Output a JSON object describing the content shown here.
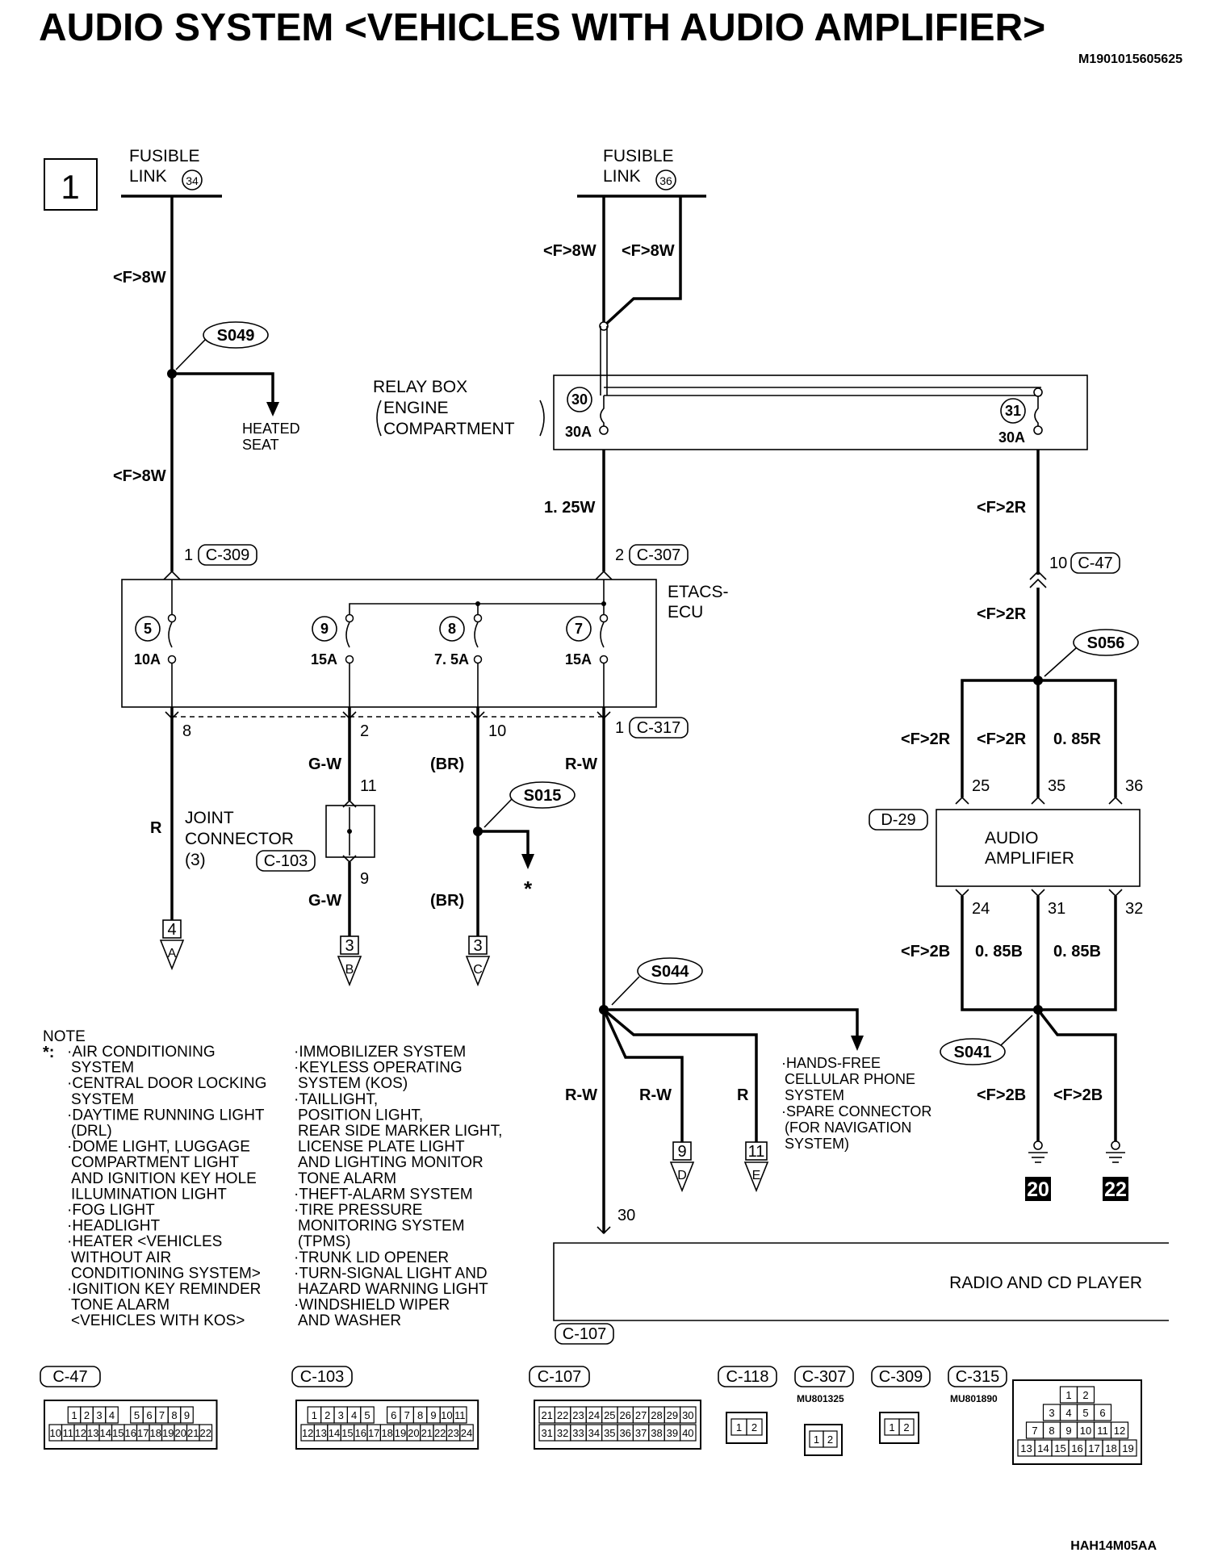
{
  "title": "AUDIO SYSTEM <VEHICLES WITH AUDIO AMPLIFIER>",
  "doc_code": "M1901015605625",
  "figure_code": "HAH14M05AA",
  "page_index": "1",
  "fusible_links": [
    {
      "label_1": "FUSIBLE",
      "label_2": "LINK",
      "number": "34",
      "wire": "<F>8W"
    },
    {
      "label_1": "FUSIBLE",
      "label_2": "LINK",
      "number": "36",
      "wire_a": "<F>8W",
      "wire_b": "<F>8W"
    }
  ],
  "splices": [
    "S049",
    "S056",
    "S015",
    "S044",
    "S041"
  ],
  "heated_seat": [
    "HEATED",
    "SEAT"
  ],
  "left_wire_2": "<F>8W",
  "relay_box": {
    "label": "RELAY BOX",
    "sub_1": "ENGINE",
    "sub_2": "COMPARTMENT",
    "fuses": [
      {
        "num": "30",
        "amp": "30A"
      },
      {
        "num": "31",
        "amp": "30A"
      }
    ]
  },
  "wires": {
    "relay_out": "1. 25W",
    "amp_feed_top": "<F>2R",
    "amp_feed_mid": "<F>2R",
    "amp_in_1": "<F>2R",
    "amp_in_2": "<F>2R",
    "amp_in_3": "0. 85R",
    "amp_out_1": "<F>2B",
    "amp_out_2": "0. 85B",
    "amp_out_3": "0. 85B",
    "gw_top": "G-W",
    "gw_bot": "G-W",
    "br_top": "(BR)",
    "br_bot": "(BR)",
    "rw_top": "R-W",
    "r_left": "R",
    "rw_bottom_left": "R-W",
    "rw_bottom_mid": "R-W",
    "r_bottom": "R",
    "gnd_1": "<F>2B",
    "gnd_2": "<F>2B"
  },
  "connector_refs": {
    "c309_pin": "1",
    "c309": "C-309",
    "c307_pin": "2",
    "c307": "C-307",
    "c47_pin": "10",
    "c47": "C-47",
    "c317_pin": "1",
    "c317": "C-317",
    "c103": "C-103",
    "d29": "D-29",
    "c107": "C-107"
  },
  "etacs": {
    "label_1": "ETACS-",
    "label_2": "ECU",
    "fuses": [
      {
        "num": "5",
        "amp": "10A",
        "out_pin": "8"
      },
      {
        "num": "9",
        "amp": "15A",
        "out_pin": "2"
      },
      {
        "num": "8",
        "amp": "7. 5A",
        "out_pin": "10"
      },
      {
        "num": "7",
        "amp": "15A",
        "out_pin": "1"
      }
    ]
  },
  "joint_connector": {
    "label_1": "JOINT",
    "label_2": "CONNECTOR",
    "label_3": "(3)",
    "pin_in": "11",
    "pin_out": "9"
  },
  "star": "*",
  "offpage": [
    {
      "num": "4",
      "letter": "A"
    },
    {
      "num": "3",
      "letter": "B"
    },
    {
      "num": "3",
      "letter": "C"
    },
    {
      "num": "9",
      "letter": "D"
    },
    {
      "num": "11",
      "letter": "E"
    }
  ],
  "amplifier": {
    "label_1": "AUDIO",
    "label_2": "AMPLIFIER",
    "pins_in": [
      "25",
      "35",
      "36"
    ],
    "pins_out": [
      "24",
      "31",
      "32"
    ]
  },
  "hands_free": [
    "·HANDS-FREE",
    "CELLULAR PHONE",
    "SYSTEM",
    "·SPARE CONNECTOR",
    "(FOR NAVIGATION",
    "SYSTEM)"
  ],
  "grounds": [
    "20",
    "22"
  ],
  "radio": {
    "label": "RADIO AND CD PLAYER",
    "pin": "30"
  },
  "note": {
    "heading": "NOTE",
    "marker": "*:",
    "col1": [
      "·AIR CONDITIONING",
      "SYSTEM",
      "·CENTRAL DOOR LOCKING",
      "SYSTEM",
      "·DAYTIME RUNNING LIGHT",
      "(DRL)",
      "·DOME LIGHT, LUGGAGE",
      "COMPARTMENT LIGHT",
      "AND IGNITION KEY HOLE",
      "ILLUMINATION LIGHT",
      "·FOG LIGHT",
      "·HEADLIGHT",
      "·HEATER <VEHICLES",
      "WITHOUT AIR",
      "CONDITIONING SYSTEM>",
      "·IGNITION KEY REMINDER",
      "TONE ALARM",
      "<VEHICLES WITH KOS>"
    ],
    "col2": [
      "·IMMOBILIZER SYSTEM",
      "·KEYLESS OPERATING",
      "SYSTEM (KOS)",
      "·TAILLIGHT,",
      "POSITION LIGHT,",
      "REAR SIDE MARKER LIGHT,",
      "LICENSE PLATE LIGHT",
      "AND LIGHTING MONITOR",
      "TONE ALARM",
      "·THEFT-ALARM SYSTEM",
      "·TIRE PRESSURE",
      "MONITORING SYSTEM",
      "(TPMS)",
      "·TRUNK LID OPENER",
      "·TURN-SIGNAL LIGHT AND",
      "HAZARD WARNING LIGHT",
      "·WINDSHIELD WIPER",
      "AND WASHER"
    ]
  },
  "connector_views": [
    {
      "name": "C-47",
      "rows": [
        [
          "1",
          "2",
          "3",
          "4",
          "",
          "5",
          "6",
          "7",
          "8",
          "9"
        ],
        [
          "10",
          "11",
          "12",
          "13",
          "14",
          "15",
          "16",
          "17",
          "18",
          "19",
          "20",
          "21",
          "22"
        ]
      ]
    },
    {
      "name": "C-103",
      "rows": [
        [
          "1",
          "2",
          "3",
          "4",
          "5",
          "",
          "6",
          "7",
          "8",
          "9",
          "10",
          "11"
        ],
        [
          "12",
          "13",
          "14",
          "15",
          "16",
          "17",
          "18",
          "19",
          "20",
          "21",
          "22",
          "23",
          "24"
        ]
      ]
    },
    {
      "name": "C-107",
      "rows": [
        [
          "21",
          "22",
          "23",
          "24",
          "25",
          "26",
          "27",
          "28",
          "29",
          "30"
        ],
        [
          "31",
          "32",
          "33",
          "34",
          "35",
          "36",
          "37",
          "38",
          "39",
          "40"
        ]
      ]
    },
    {
      "name": "C-118",
      "rows": [
        [
          "1",
          "2"
        ]
      ]
    },
    {
      "name": "C-307",
      "part": "MU801325",
      "rows": [
        [
          "1",
          "2"
        ]
      ]
    },
    {
      "name": "C-309",
      "rows": [
        [
          "1",
          "2"
        ]
      ]
    },
    {
      "name": "C-315",
      "part": "MU801890",
      "rows": [
        [
          "1",
          "2"
        ],
        [
          "3",
          "4",
          "5",
          "6"
        ],
        [
          "7",
          "8",
          "9",
          "10",
          "11",
          "12"
        ],
        [
          "13",
          "14",
          "15",
          "16",
          "17",
          "18",
          "19"
        ]
      ]
    }
  ]
}
